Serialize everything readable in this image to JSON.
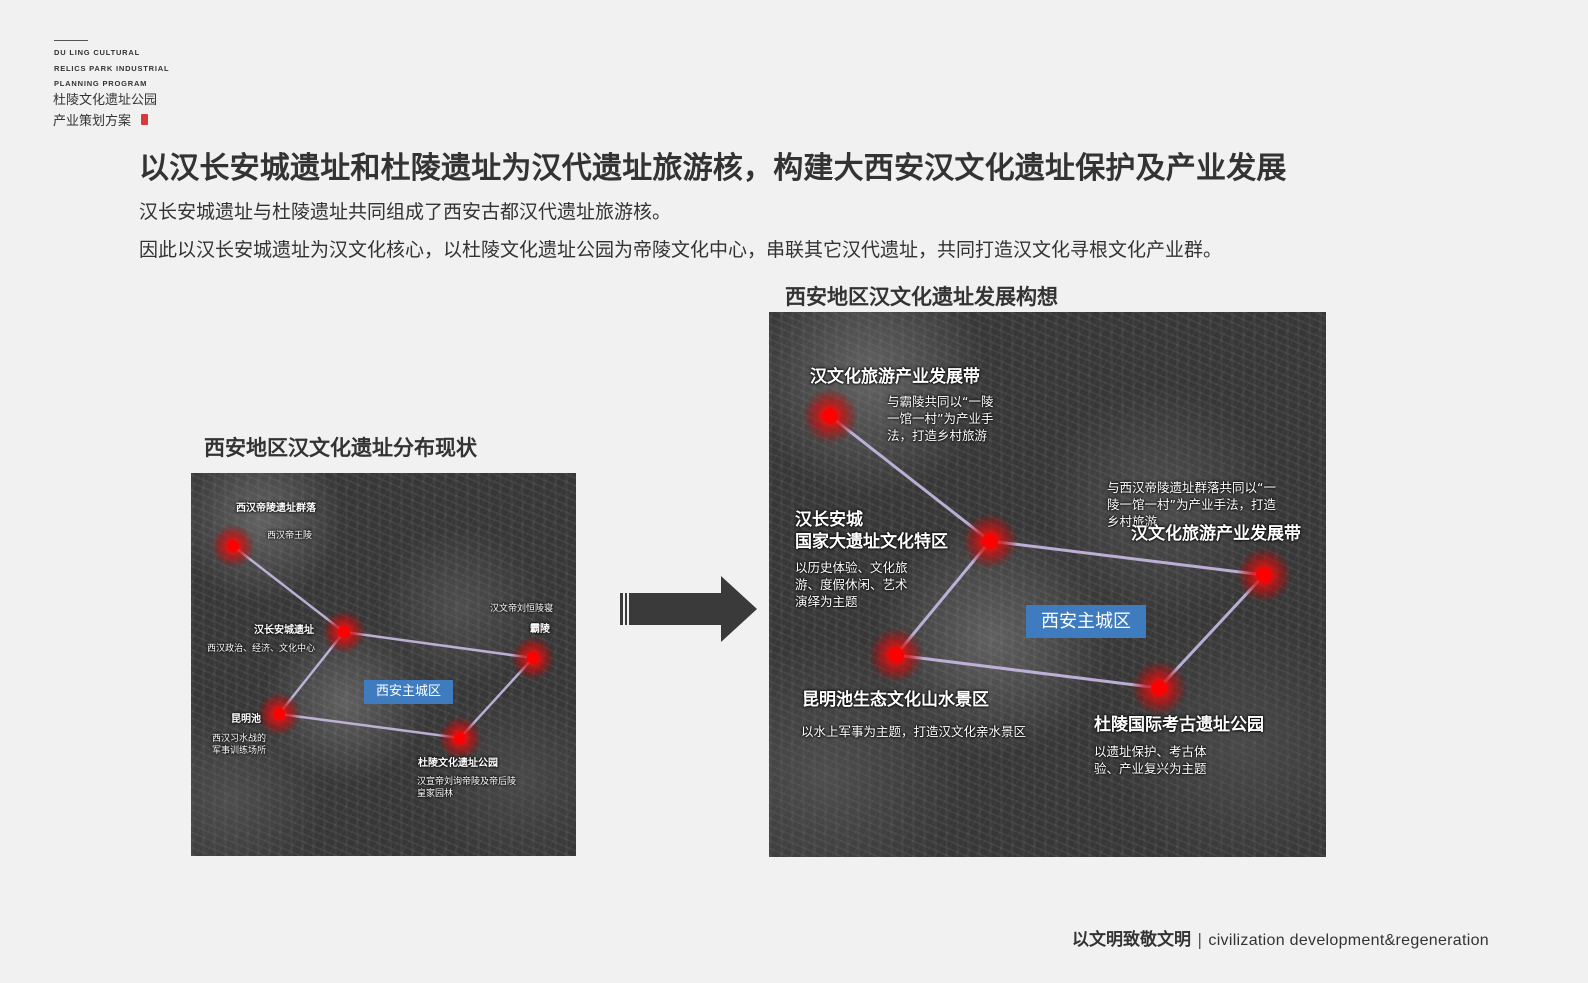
{
  "header": {
    "logo_en_lines": [
      "DU LING CULTURAL",
      "RELICS PARK INDUSTRIAL",
      "PLANNING PROGRAM"
    ],
    "logo_cn_line1": "杜陵文化遗址公园",
    "logo_cn_line2": "产业策划方案"
  },
  "main": {
    "title": "以汉长安城遗址和杜陵遗址为汉代遗址旅游核，构建大西安汉文化遗址保护及产业发展",
    "desc1": "汉长安城遗址与杜陵遗址共同组成了西安古都汉代遗址旅游核。",
    "desc2": "因此以汉长安城遗址为汉文化核心，以杜陵文化遗址公园为帝陵文化中心，串联其它汉代遗址，共同打造汉文化寻根文化产业群。"
  },
  "left_map": {
    "title": "西安地区汉文化遗址分布现状",
    "zone": "西安主城区",
    "sites": [
      {
        "name": "西汉帝陵遗址群落",
        "desc": "西汉帝王陵"
      },
      {
        "name": "汉长安城遗址",
        "desc": "西汉政治、经济、文化中心"
      },
      {
        "name": "霸陵",
        "desc": "汉文帝刘恒陵寝"
      },
      {
        "name": "昆明池",
        "desc_lines": [
          "西汉习水战的",
          "军事训练场所"
        ]
      },
      {
        "name": "杜陵文化遗址公园",
        "desc_lines": [
          "汉宣帝刘询帝陵及帝后陵",
          "皇家园林"
        ]
      }
    ]
  },
  "right_map": {
    "title": "西安地区汉文化遗址发展构想",
    "zone": "西安主城区",
    "sites": [
      {
        "name": "汉文化旅游产业发展带",
        "desc_lines": [
          "与霸陵共同以“一陵",
          "一馆一村”为产业手",
          "法，打造乡村旅游"
        ]
      },
      {
        "name_lines": [
          "汉长安城",
          "国家大遗址文化特区"
        ],
        "desc_lines": [
          "以历史体验、文化旅",
          "游、度假休闲、艺术",
          "演绎为主题"
        ]
      },
      {
        "name": "汉文化旅游产业发展带",
        "desc_lines": [
          "与西汉帝陵遗址群落共同以“一",
          "陵一馆一村”为产业手法，打造",
          "乡村旅游"
        ]
      },
      {
        "name": "昆明池生态文化山水景区",
        "desc": "以水上军事为主题，打造汉文化亲水景区"
      },
      {
        "name": "杜陵国际考古遗址公园",
        "desc_lines": [
          "以遗址保护、考古体",
          "验、产业复兴为主题"
        ]
      }
    ]
  },
  "footer": {
    "slogan_cn": "以文明致敬文明",
    "separator": "|",
    "slogan_en": "civilization development&regeneration"
  },
  "colors": {
    "accent_red": "#e0121b",
    "connector": "#c9bbe6",
    "zone_blue": "#3f7bbf"
  },
  "icons": {
    "arrow": "right-arrow-icon",
    "site_marker": "red-dot-marker-icon"
  }
}
